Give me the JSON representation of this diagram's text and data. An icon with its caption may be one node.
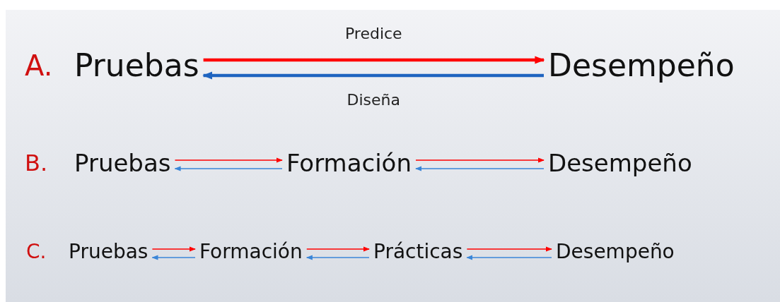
{
  "diagram": {
    "nodes": [
      {
        "text": [
          "Pruebas"
        ]
      },
      {
        "text": [
          "Desempeño"
        ]
      },
      {
        "text": [
          "Pruebas"
        ]
      },
      {
        "text": [
          "Formación"
        ]
      },
      {
        "text": [
          "Desempeño"
        ]
      },
      {
        "text": [
          "Pruebas"
        ]
      },
      {
        "text": [
          "Formación"
        ]
      },
      {
        "text": [
          "Prácticas"
        ]
      },
      {
        "text": [
          "Desempeño"
        ]
      }
    ],
    "edges": [
      {
        "from": 0,
        "to": 1,
        "arrow": "to",
        "label": "Predice",
        "style": "thick",
        "color": "#ff0000"
      },
      {
        "from": 1,
        "to": 0,
        "arrow": "to",
        "label": "Diseña",
        "style": "thick",
        "color": "#1f64c0"
      },
      {
        "from": 2,
        "to": 3,
        "arrow": "to",
        "color": "#ff0000"
      },
      {
        "from": 3,
        "to": 2,
        "arrow": "to",
        "color": "#3a86d8"
      },
      {
        "from": 3,
        "to": 4,
        "arrow": "to",
        "color": "#ff0000"
      },
      {
        "from": 4,
        "to": 3,
        "arrow": "to",
        "color": "#3a86d8"
      },
      {
        "from": 5,
        "to": 6,
        "arrow": "to",
        "color": "#ff0000"
      },
      {
        "from": 6,
        "to": 5,
        "arrow": "to",
        "color": "#3a86d8"
      },
      {
        "from": 6,
        "to": 7,
        "arrow": "to",
        "color": "#ff0000"
      },
      {
        "from": 7,
        "to": 6,
        "arrow": "to",
        "color": "#3a86d8"
      },
      {
        "from": 7,
        "to": 8,
        "arrow": "to",
        "color": "#ff0000"
      },
      {
        "from": 8,
        "to": 7,
        "arrow": "to",
        "color": "#3a86d8"
      }
    ],
    "labels": [
      "A.",
      "B.",
      "C."
    ]
  }
}
